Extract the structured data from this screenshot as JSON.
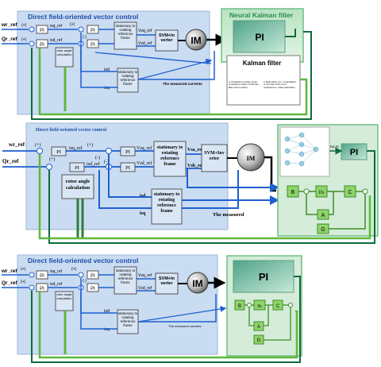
{
  "panel1": {
    "title": "Direct field-oriented vector control",
    "nkf_title": "Neural Kalman filter",
    "kf_title": "Kalman filter",
    "wr_ref": "wr_ref",
    "qr_ref": "Qr_ref",
    "pi": "PI",
    "isq_ref": "isq_ref",
    "isd_ref": "isd_ref",
    "vsq_ref": "Vsq_ref",
    "vsd_ref": "Vsd_ref",
    "rot1": "stationary to rotating reference frame",
    "rot2": "stationary to rotating reference frame",
    "svm": "SVM+In verter",
    "im": "IM",
    "angle": "rotor angle calculation",
    "isd": "isd",
    "isq": "isq",
    "measured": "The measured currents",
    "nkf_pi": "PI",
    "kf_a": "a. Prediction of state vector covariance matrix of Kalman filter (error matrix)",
    "kf_b": "b. Estimation of c. computation d. the rate of the error covariance e. state estimation",
    "plus": "(+)",
    "minus": "(-)"
  },
  "panel2": {
    "title": "Direct field-oriented vector control",
    "wr_ref": "wr_ref",
    "qr_ref": "Qr_ref",
    "pi": "PI",
    "isq_ref": "isq_ref",
    "isd_ref": "isd_ref",
    "vsq_ref": "Vsq_ref",
    "vsd_ref": "Vsd_ref",
    "vsa_ref": "Vsa_ref",
    "vsb_ref": "Vsb_ref",
    "rot1": "stationary to rotating reference frame",
    "rot2": "stationary to rotating reference frame",
    "svm": "SVM+Inv erter",
    "im": "IM",
    "angle": "rotor angle calculation",
    "isd": "isd",
    "isq": "isq",
    "measured": "The measured",
    "kp_ki": "Kp,Ki",
    "pi_out": "PI",
    "b": "B",
    "integ": "I/s",
    "c": "C",
    "a": "A",
    "g": "G",
    "plus": "(+)",
    "minus": "(-)"
  },
  "panel3": {
    "title": "Direct field-oriented vector control",
    "wr_ref": "wr_ref",
    "qr_ref": "Qr_ref",
    "pi": "PI",
    "isq_ref": "isq_ref",
    "isd_ref": "isd_ref",
    "vsq_ref": "Vsq_ref",
    "vsd_ref": "Vsd_ref",
    "rot1": "stationary to rotating reference frame",
    "rot2": "stationary to rotating reference frame",
    "svm": "SVM+In verter",
    "im": "IM",
    "angle": "rotor angle calculation",
    "isd": "isd",
    "isq": "isq",
    "measured": "The measured currents",
    "nn_pi": "PI",
    "b": "B",
    "integ": "I/s",
    "c": "C",
    "a": "A",
    "g": "G",
    "plus": "(+)",
    "minus": "(-)"
  }
}
